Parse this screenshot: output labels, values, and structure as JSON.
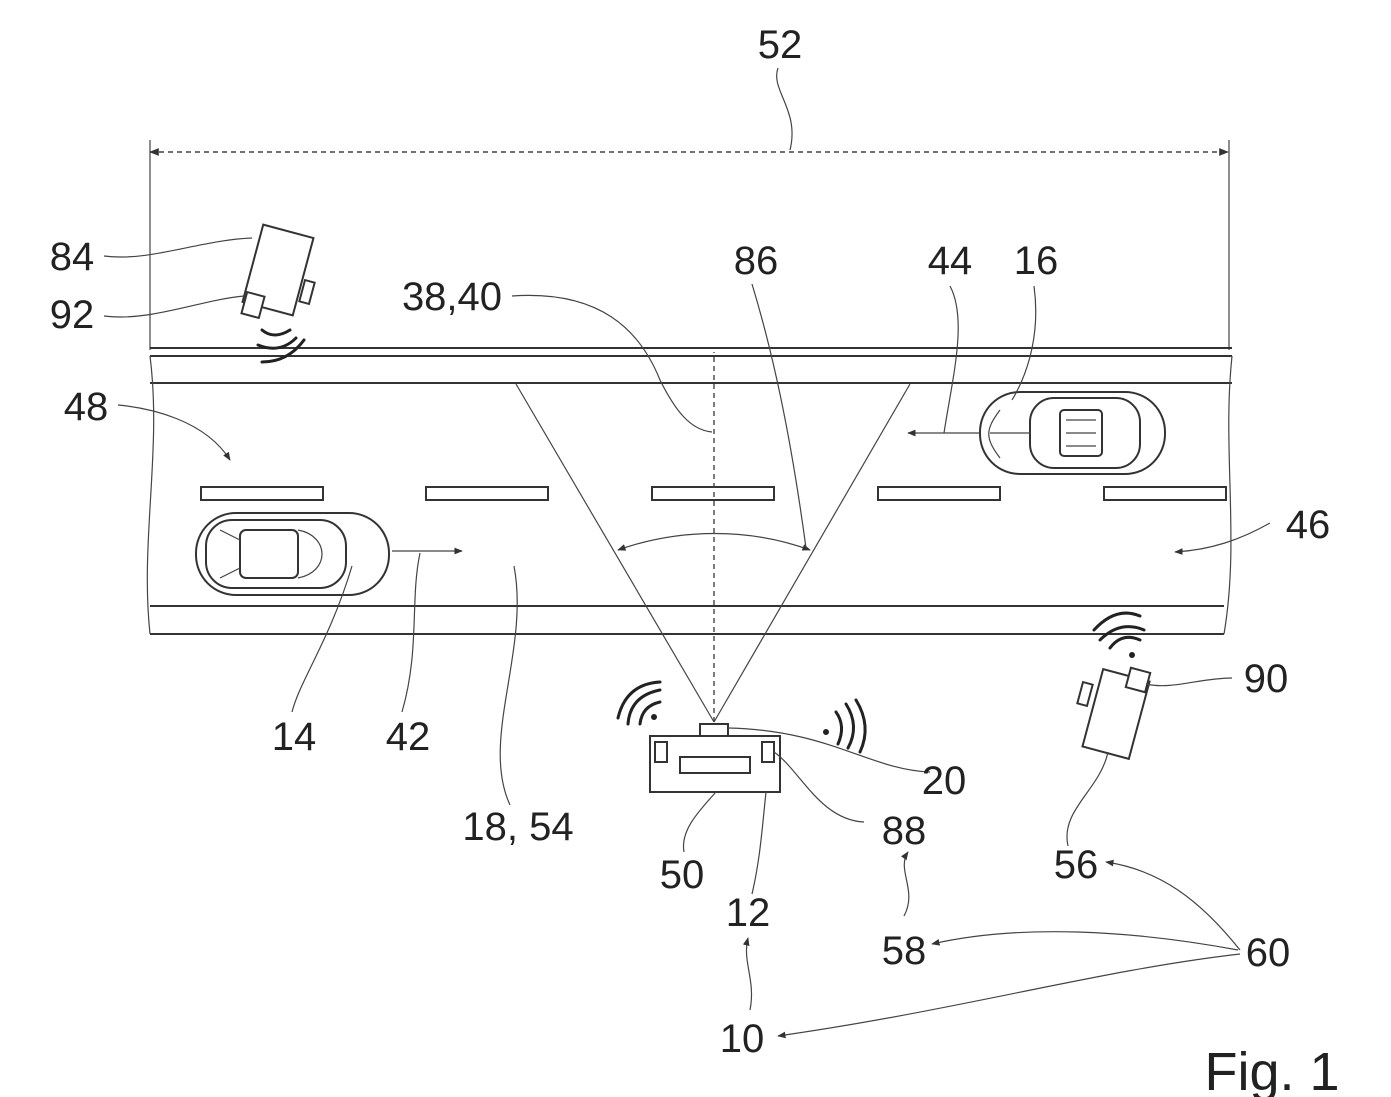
{
  "diagram": {
    "figure_label": "Fig. 1",
    "labels": {
      "width_52": "52",
      "device_84": "84",
      "module_92": "92",
      "fov_38_40": "38,40",
      "angle_86": "86",
      "direction_44": "44",
      "vehicle_16": "16",
      "lane_48": "48",
      "lane_46": "46",
      "vehicle_14": "14",
      "direction_42": "42",
      "road_18_54": "18, 54",
      "module_90": "90",
      "sensor_20": "20",
      "module_88": "88",
      "unit_50": "50",
      "unit_12": "12",
      "device_56": "56",
      "server_58": "58",
      "group_60": "60",
      "system_10": "10"
    }
  }
}
